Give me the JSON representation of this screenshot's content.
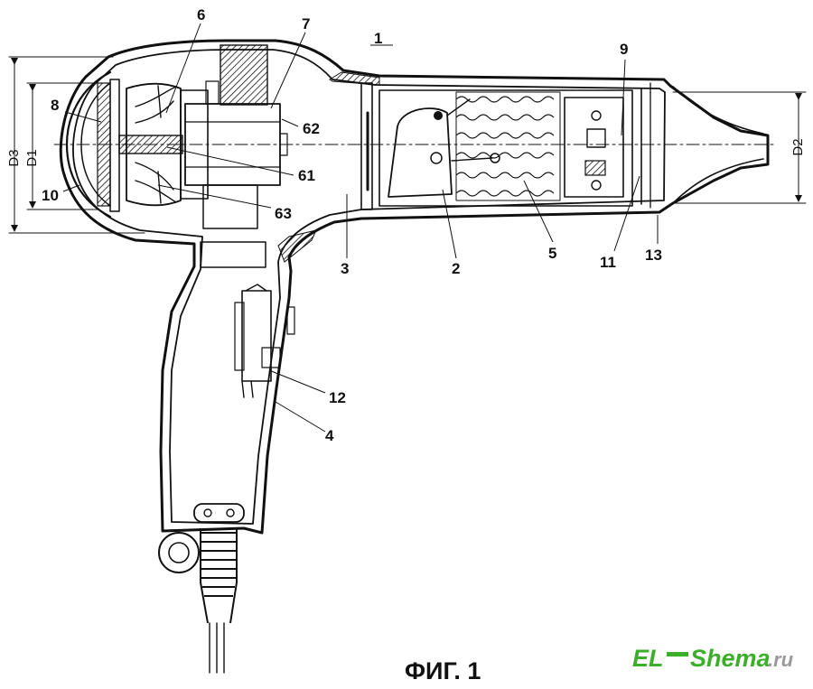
{
  "figure": {
    "caption": "ФИГ. 1",
    "assembly_number": "1"
  },
  "part_labels": [
    "2",
    "3",
    "4",
    "5",
    "6",
    "7",
    "8",
    "9",
    "10",
    "11",
    "12",
    "13",
    "61",
    "62",
    "63"
  ],
  "dimension_labels": [
    "D3",
    "D1",
    "D2"
  ],
  "watermark": {
    "text_left": "EL",
    "text_mid": "Shema",
    "text_right": ".ru",
    "color_primary": "#3dae2b",
    "color_secondary": "#9a9a9a"
  }
}
